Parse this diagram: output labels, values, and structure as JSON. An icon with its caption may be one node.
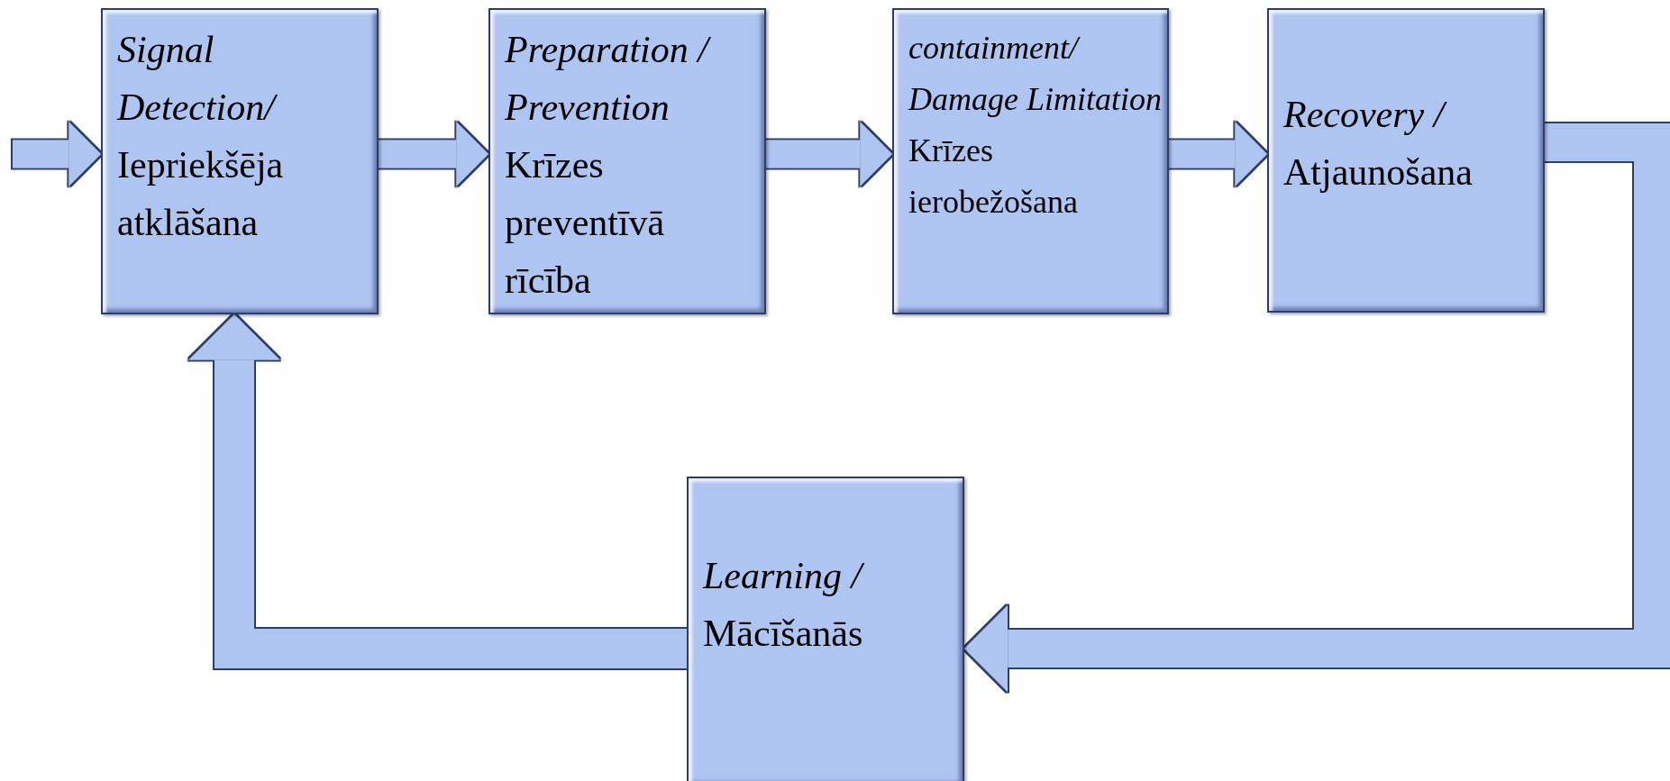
{
  "diagram": {
    "nodes": [
      {
        "text": [
          "Signal Detection/",
          "Iepriekšēja atklāšana"
        ]
      },
      {
        "text": [
          "Preparation / Prevention",
          "Krīzes preventīvā rīcība"
        ]
      },
      {
        "text": [
          "containment/ Damage Limitation",
          "Krīzes ierobežošana"
        ]
      },
      {
        "text": [
          "Recovery /",
          "Atjaunošana"
        ]
      },
      {
        "text": [
          "Learning /",
          "Mācīšanās"
        ]
      }
    ],
    "edges": [
      {
        "from": null,
        "to": 0,
        "arrow": "to"
      },
      {
        "from": 0,
        "to": 1,
        "arrow": "to"
      },
      {
        "from": 1,
        "to": 2,
        "arrow": "to"
      },
      {
        "from": 2,
        "to": 3,
        "arrow": "to"
      },
      {
        "from": 3,
        "to": 4,
        "arrow": "to"
      },
      {
        "from": 4,
        "to": 0,
        "arrow": "to"
      }
    ]
  }
}
